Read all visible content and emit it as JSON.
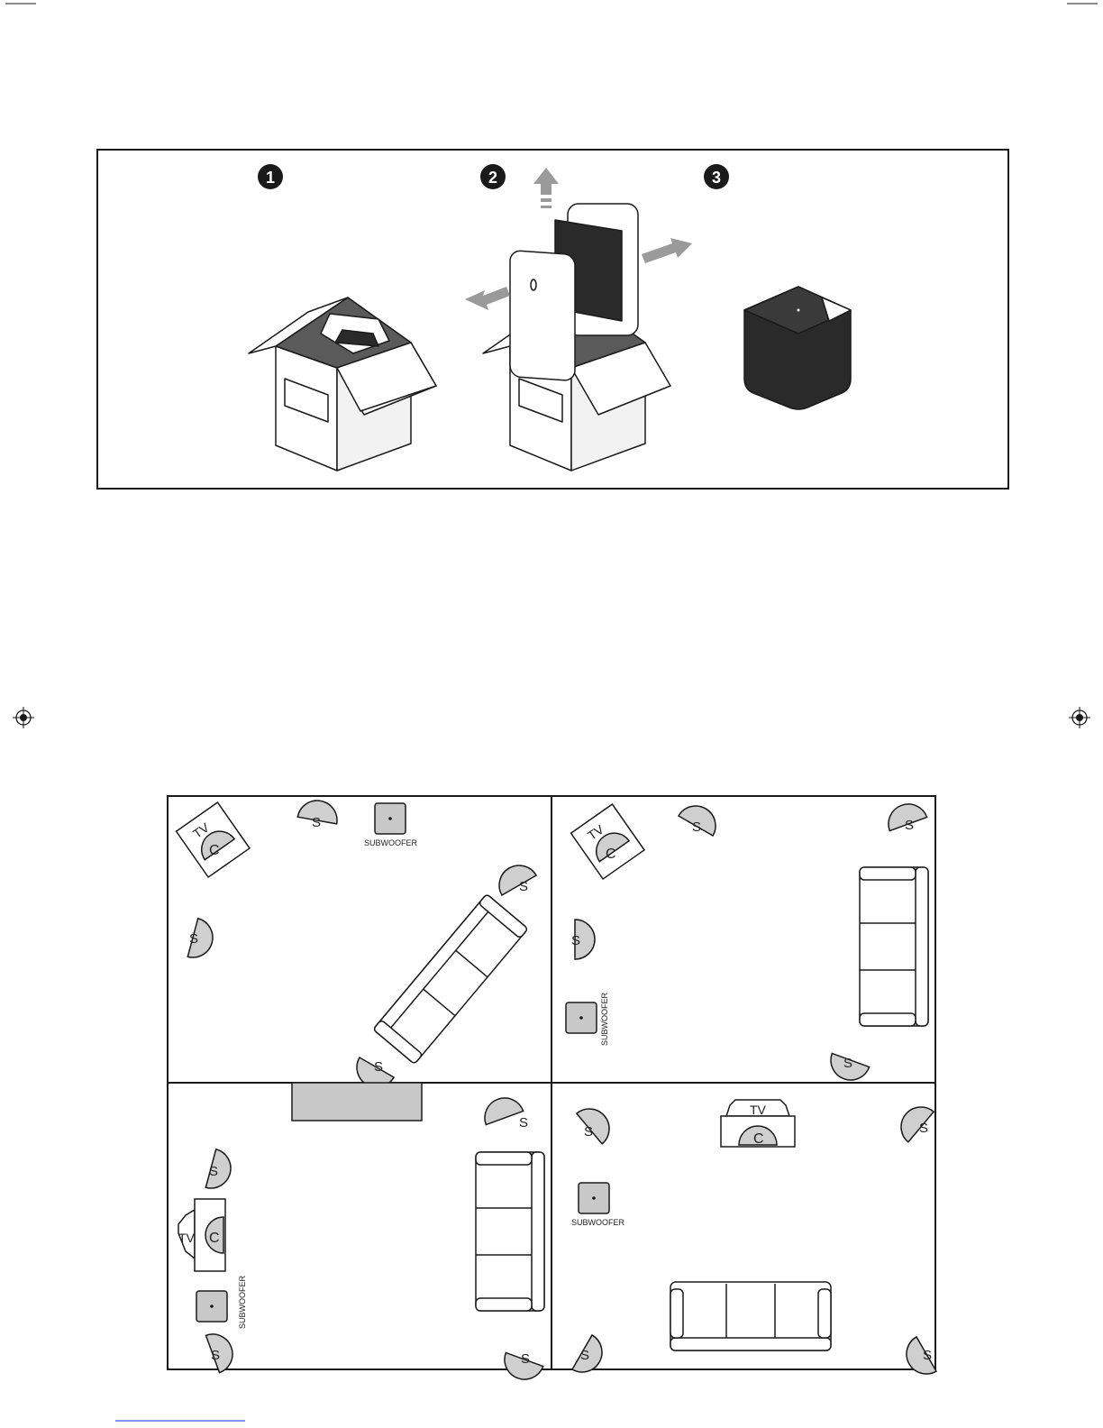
{
  "unpacking_steps": {
    "step1": "1",
    "step2": "2",
    "step3": "3"
  },
  "speaker_symbol": "S",
  "center_symbol": "C",
  "tv_label": "TV",
  "subwoofer_label": "SUBWOOFER",
  "colors": {
    "line": "#1a1a1a",
    "speaker_fill": "#cfcfcf",
    "subwoofer_fill": "#c8c8c8",
    "arrow_fill": "#9a9a9a",
    "box_inner": "#555555",
    "product": "#2a2a2a",
    "footer_link": "#3a5bd9"
  }
}
